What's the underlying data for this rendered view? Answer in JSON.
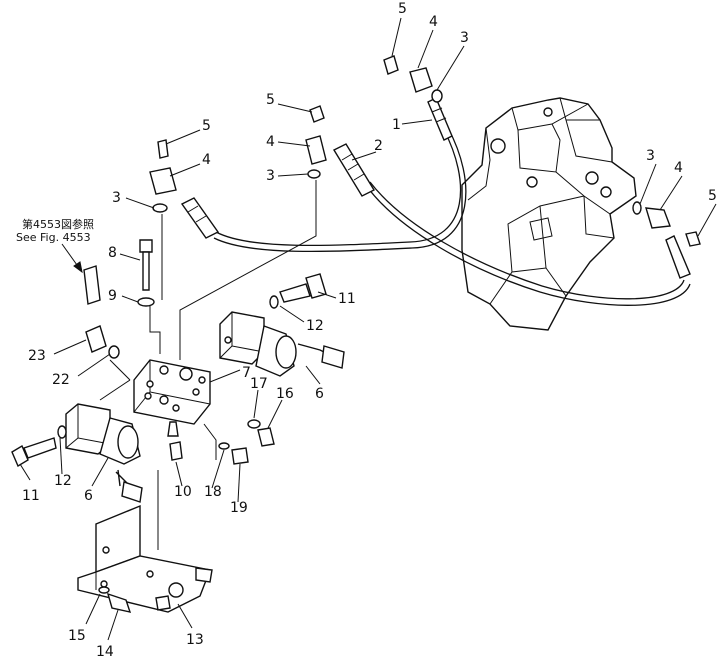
{
  "figure": {
    "reference_note": {
      "line1": "第4553図参照",
      "line2": "See Fig. 4553"
    },
    "callouts": [
      {
        "id": "c1",
        "label": "1"
      },
      {
        "id": "c2",
        "label": "2"
      },
      {
        "id": "c3a",
        "label": "3"
      },
      {
        "id": "c3b",
        "label": "3"
      },
      {
        "id": "c3c",
        "label": "3"
      },
      {
        "id": "c3d",
        "label": "3"
      },
      {
        "id": "c4a",
        "label": "4"
      },
      {
        "id": "c4b",
        "label": "4"
      },
      {
        "id": "c4c",
        "label": "4"
      },
      {
        "id": "c4d",
        "label": "4"
      },
      {
        "id": "c5a",
        "label": "5"
      },
      {
        "id": "c5b",
        "label": "5"
      },
      {
        "id": "c5c",
        "label": "5"
      },
      {
        "id": "c5d",
        "label": "5"
      },
      {
        "id": "c6a",
        "label": "6"
      },
      {
        "id": "c6b",
        "label": "6"
      },
      {
        "id": "c7",
        "label": "7"
      },
      {
        "id": "c8",
        "label": "8"
      },
      {
        "id": "c9",
        "label": "9"
      },
      {
        "id": "c10",
        "label": "10"
      },
      {
        "id": "c11a",
        "label": "11"
      },
      {
        "id": "c11b",
        "label": "11"
      },
      {
        "id": "c12a",
        "label": "12"
      },
      {
        "id": "c12b",
        "label": "12"
      },
      {
        "id": "c13",
        "label": "13"
      },
      {
        "id": "c14",
        "label": "14"
      },
      {
        "id": "c15",
        "label": "15"
      },
      {
        "id": "c16",
        "label": "16"
      },
      {
        "id": "c17",
        "label": "17"
      },
      {
        "id": "c18",
        "label": "18"
      },
      {
        "id": "c19",
        "label": "19"
      },
      {
        "id": "c22",
        "label": "22"
      },
      {
        "id": "c23",
        "label": "23"
      }
    ]
  }
}
